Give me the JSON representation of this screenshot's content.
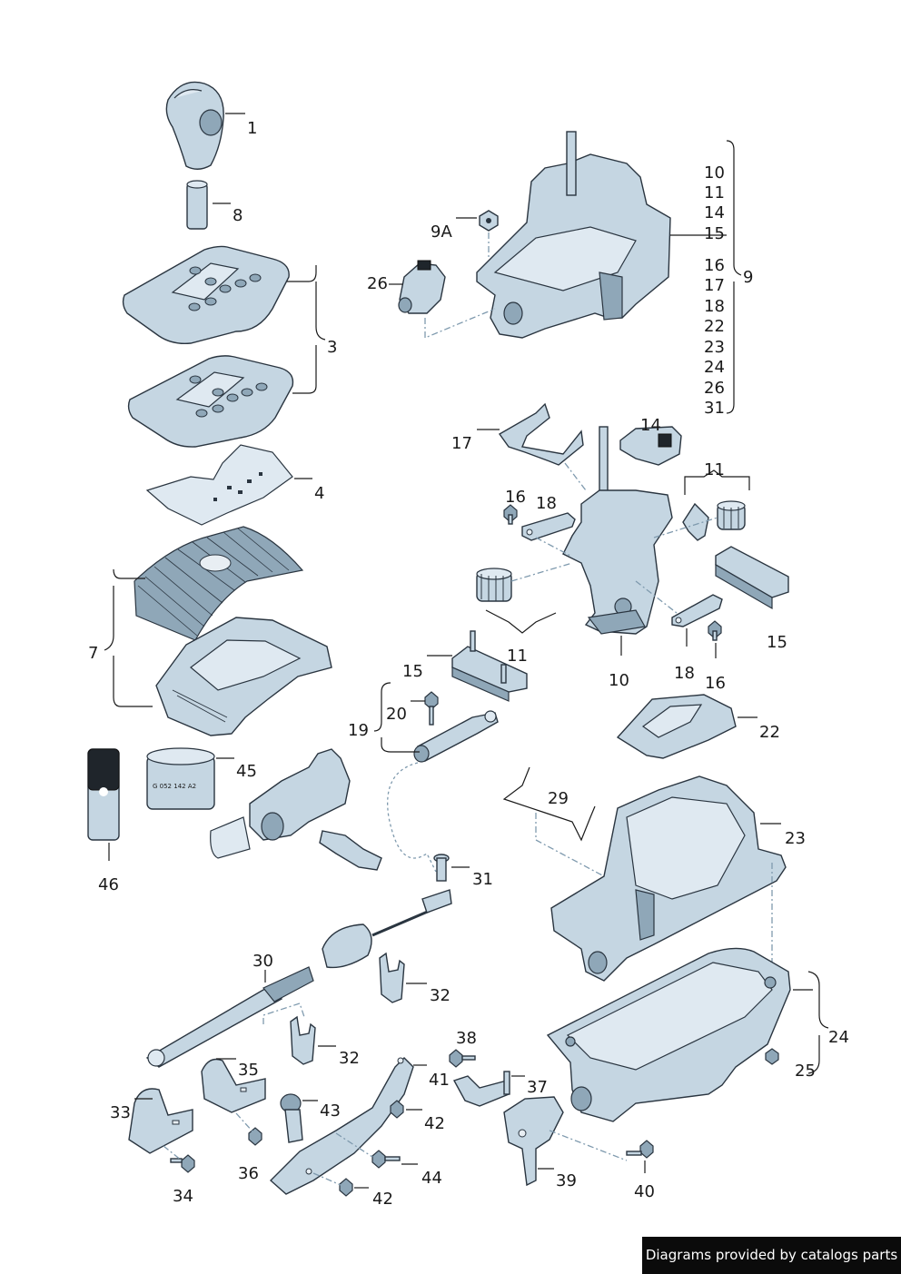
{
  "labels": {
    "p1": "1",
    "p8": "8",
    "p3": "3",
    "p4": "4",
    "p7": "7",
    "p45": "45",
    "p46": "46",
    "p9A": "9A",
    "p26": "26",
    "g9": [
      "10",
      "11",
      "14",
      "15",
      "16",
      "17",
      "18",
      "22",
      "23",
      "24",
      "26",
      "31"
    ],
    "p9": "9",
    "p17": "17",
    "p14": "14",
    "p11a": "11",
    "p16a": "16",
    "p18a": "18",
    "p15a": "15",
    "p10": "10",
    "p18b": "18",
    "p16b": "16",
    "p15b": "15",
    "p11b": "11",
    "p20": "20",
    "p19": "19",
    "p22": "22",
    "p29": "29",
    "p23": "23",
    "p31": "31",
    "p30": "30",
    "p32a": "32",
    "p32b": "32",
    "p24": "24",
    "p25": "25",
    "p38": "38",
    "p37": "37",
    "p41": "41",
    "p42a": "42",
    "p42b": "42",
    "p43": "43",
    "p44": "44",
    "p35": "35",
    "p33": "33",
    "p34": "34",
    "p36": "36",
    "p39": "39",
    "p40": "40"
  },
  "can_text": "G 052 142 A2",
  "credit": "Diagrams provided by catalogs parts",
  "colors": {
    "part_fill": "#c5d6e2",
    "outline": "#2a3540",
    "leader_dash": "#7f9aae"
  }
}
